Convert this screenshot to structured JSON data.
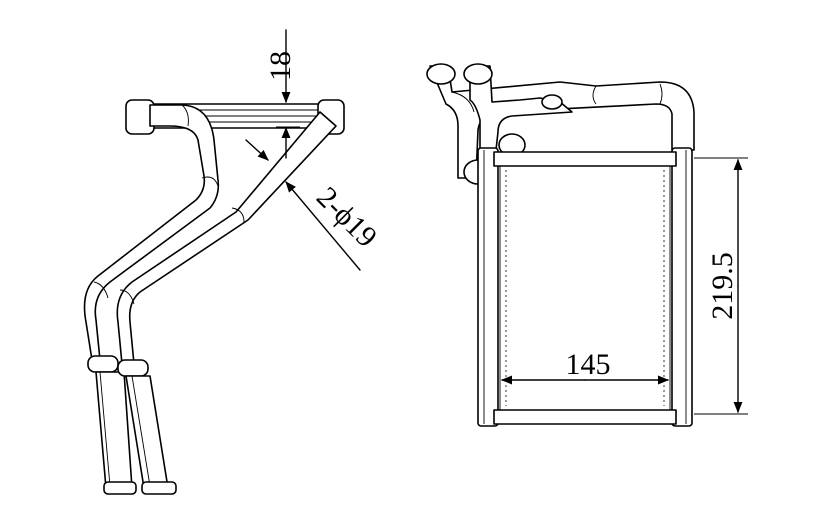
{
  "diagram": {
    "subject": "heater core technical drawing",
    "dimensions": {
      "flange_gap": "18",
      "pipe_spec": "2-ϕ19",
      "width": "145",
      "height": "219.5"
    }
  }
}
